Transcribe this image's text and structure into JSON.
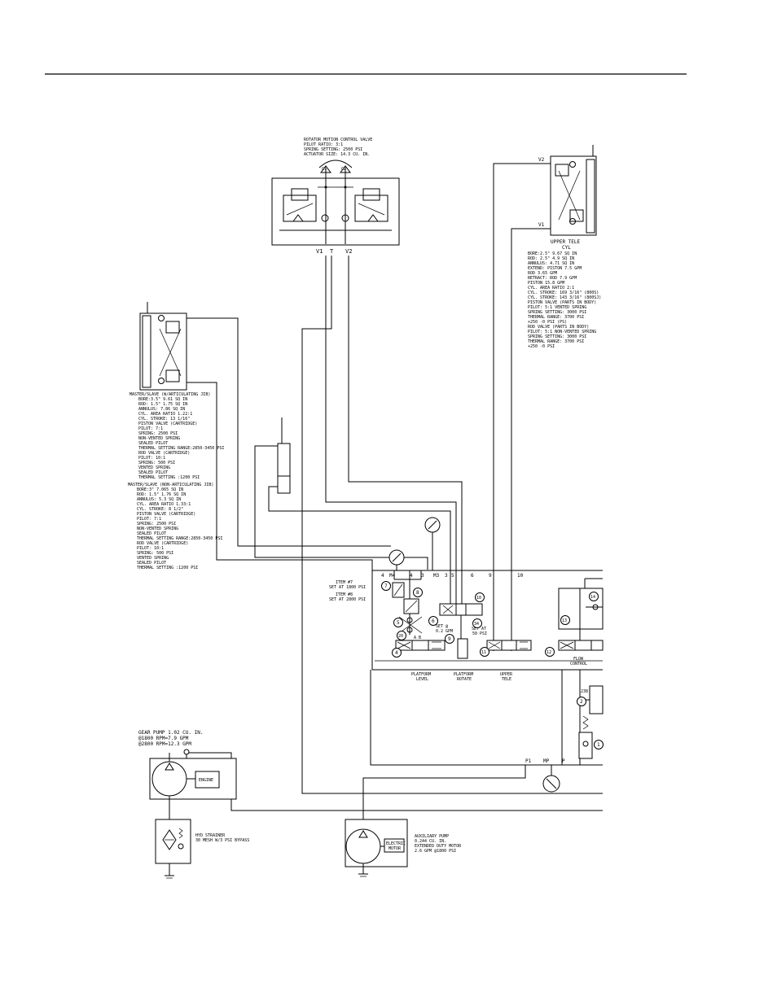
{
  "rotator_valve": {
    "lines": [
      "ROTATOR MOTION CONTROL VALVE",
      "PILOT RATIO: 3:1",
      "SPRING SETTING: 2500 PSI",
      "ACTUATOR SIZE: 14.3 CU. IN."
    ],
    "c1": "C1",
    "c2": "C2",
    "v1": "V1",
    "t": "T",
    "v2": "V2"
  },
  "upper_tele": {
    "v2": "V2",
    "v1": "V1",
    "title": "UPPER TELE",
    "subtitle": "CYL",
    "lines": [
      "BORE:2.5\" 9.67 SQ IN",
      "ROD: 2.5\" 4.9 SQ IN",
      "ANNULUS: 4.71 SQ IN",
      "EXTEND:  PISTON 7.5 GPM",
      "          ROD 3.65 GPM",
      "RETRACT: ROD 7.9 GPM",
      "         PISTON 15.8 GPM",
      "CYL. AREA RATIO 2:1",
      "CYL. STROKE: 169 3/16\" (800S)",
      "CYL. STROKE: 143 3/16\" (800SJ)",
      "PISTON VALVE (PARTS IN BODY)",
      "  PILOT: 5:1 VENTED SPRING",
      "  SPRING SETTING: 3000 PSI",
      "  THERMAL RANGE: 3700 PSI",
      "  +250 -0 PSI (PS)",
      "ROD VALVE (PARTS IN BODY)",
      "  PILOT: 5:1 NON-VENTED SPRING",
      "  SPRING SETTING: 3000 PSI",
      "  THERMAL RANGE: 3700 PSI",
      "  +250 -0 PSI"
    ]
  },
  "master_slave_art": {
    "lines": [
      "MASTER/SLAVE (W/ARTICULATING JIB)",
      "BORE:3.5\" 9.61 SQ IN",
      "ROD: 1.5\" 1.75 SQ IN",
      "ANNULUS: 7.86 SQ IN",
      "CYL. AREA RATIO 1.22:1",
      "CYL. STROKE: 13 1/16\"",
      "PISTON VALVE (CARTRIDGE)",
      "  PILOT: 7:1",
      "  SPRING: 2500 PSI",
      "  NON-VENTED SPRING",
      "  SEALED PILOT",
      "  THERMAL SETTING RANGE:2850-3450 PSI",
      "ROD VALVE (CARTRIDGE)",
      "  PILOT: 10:1",
      "  SPRING: 500 PSI",
      "  VENTED SPRING",
      "  SEALED PILOT",
      "  THERMAL SETTING :1200 PSI"
    ]
  },
  "master_slave_nonart": {
    "lines": [
      "MASTER/SLAVE (NON-ARTICULATING JIB)",
      "BORE:3\" 7.065 SQ IN",
      "ROD: 1.5\" 1.76 SQ IN",
      "ANNULUS: 5.3 SQ IN",
      "CYL. AREA RATIO 1.33:1",
      "CYL. STROKE: 8 1/2\"",
      "PISTON VALVE (CARTRIDGE)",
      "  PILOT: 7:1",
      "  SPRING: 2500 PSI",
      "  NON-VENTED SPRING",
      "  SEALED PILOT",
      "  THERMAL SETTING RANGE:2850-3450 PSI",
      "ROD VALVE (CARTRIDGE)",
      "  PILOT: 10:1",
      "  SPRING: 500 PSI",
      "  VENTED SPRING",
      "  SEALED PILOT",
      "  THERMAL SETTING :1200 PSI"
    ]
  },
  "manifold": {
    "ports": {
      "p4": "4",
      "m4": "M4",
      "p4b": "4",
      "p3": "3",
      "m3": "M3",
      "p3b": "3",
      "p5": "5",
      "p6": "6",
      "p9": "9",
      "p10": "10",
      "p1": "P1",
      "mp": "MP",
      "p": "P"
    },
    "item7_lines": [
      "ITEM #7",
      "SET AT 1800 PSI"
    ],
    "item8_lines": [
      "ITEM #8",
      "SET AT 2800 PSI"
    ],
    "set_gpm_lines": [
      "SET @",
      "0.2 GPM"
    ],
    "set_psi_lines": [
      "SET AT",
      "50 PSI"
    ],
    "platform_level_lines": [
      "PLATFORM",
      "LEVEL"
    ],
    "platform_rotate_lines": [
      "PLATFORM",
      "ROTATE"
    ],
    "upper_tele_lines": [
      "UPPER",
      "TELE"
    ],
    "flow_control_lines": [
      "FLOW",
      "CONTROL"
    ],
    "small_a": "A",
    "small_b": "B",
    "valve_238": "238",
    "items": {
      "i1": "1",
      "i2": "2",
      "i4": "4",
      "i5": "5",
      "i6": "6",
      "i7": "7",
      "i8": "8",
      "i9": "9",
      "i10": "10",
      "i11": "11",
      "i12": "12",
      "i13": "13",
      "i14": "14",
      "i20": "20",
      "i34": "34"
    }
  },
  "gear_pump": {
    "lines": [
      "GEAR PUMP 1.02 CU. IN.",
      "@1800 RPM=7.9 GPM",
      "@2800 RPM=12.3 GPM"
    ],
    "engine": "ENGINE"
  },
  "strainer": {
    "lines": [
      "HYD STRAINER",
      "30 MESH W/3 PSI BYPASS"
    ]
  },
  "aux_pump": {
    "lines": [
      "AUXILIARY PUMP",
      "0.244 CU. IN.",
      "EXTENDED DUTY MOTOR",
      "2.6 GPM @1800 PSI"
    ],
    "motor_lines": [
      "ELECTRIC",
      "MOTOR"
    ]
  }
}
